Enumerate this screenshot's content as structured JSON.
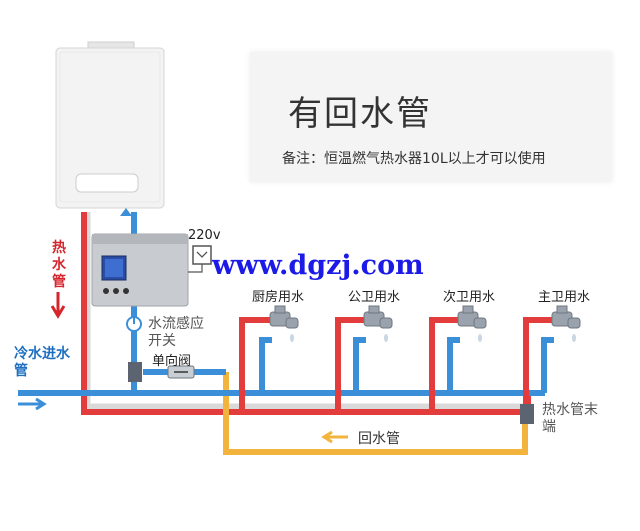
{
  "info": {
    "title": "有回水管",
    "note": "备注：恒温燃气热水器10L以上才可以使用"
  },
  "labels": {
    "hot_pipe": "热水管",
    "cold_inlet": "冷水进水管",
    "voltage": "220v",
    "flow_switch": "水流感应开关",
    "check_valve": "单向阀",
    "return_pipe": "回水管",
    "hot_end": "热水管末端"
  },
  "taps": [
    {
      "label": "厨房用水"
    },
    {
      "label": "公卫用水"
    },
    {
      "label": "次卫用水"
    },
    {
      "label": "主卫用水"
    }
  ],
  "watermark": "www.dgzj.com",
  "colors": {
    "hot": "#e23c3c",
    "cold": "#3b8fd9",
    "return": "#f2b43c",
    "card": "#f4f4f4"
  },
  "icons": [
    "water-heater-icon",
    "pump-controller-icon",
    "power-icon",
    "outlet-icon",
    "faucet-icon",
    "check-valve-icon",
    "arrow-icon"
  ]
}
